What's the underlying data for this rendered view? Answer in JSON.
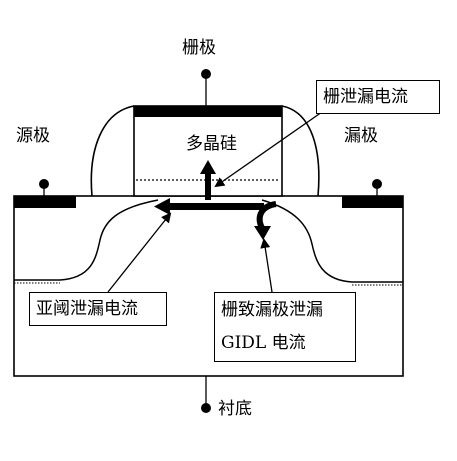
{
  "terminals": {
    "gate": "栅极",
    "source": "源极",
    "drain": "漏极",
    "substrate": "衬底"
  },
  "regions": {
    "polysilicon": "多晶硅"
  },
  "callouts": {
    "gate_leakage": "栅泄漏电流",
    "subthreshold_leakage": "亚阈泄漏电流",
    "gidl_line1": "栅致漏极泄漏",
    "gidl_line2": "GIDL 电流"
  }
}
